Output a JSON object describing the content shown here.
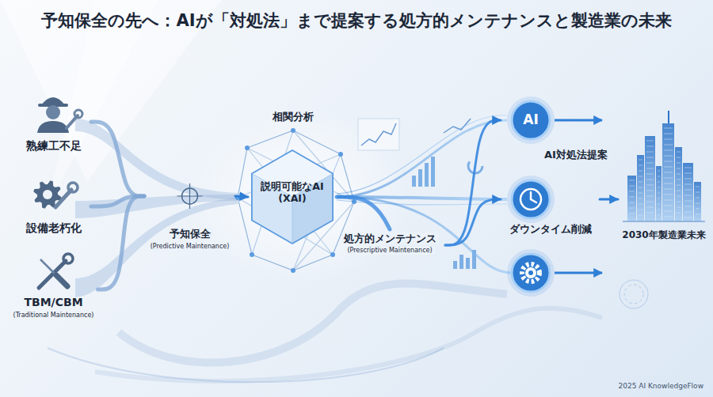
{
  "diagram": {
    "title": "予知保全の先へ：AIが「対処法」まで提案する処方的メンテナンスと製造業の未来",
    "nodes": [
      {
        "text": [
          "熟練工不足"
        ]
      },
      {
        "text": [
          "設備老朽化"
        ]
      },
      {
        "text": [
          "TBM/CBM",
          "(Traditional Maintenance)"
        ]
      },
      {
        "text": [
          "予知保全",
          "(Predictive Maintenance)"
        ]
      },
      {
        "text": [
          "説明可能なAI (XAI)"
        ]
      },
      {
        "text": [
          "処方的メンテナンス",
          "(Prescriptive Maintenance)"
        ]
      },
      {
        "text": [
          "AI",
          "AI対処法提案"
        ]
      },
      {
        "text": [
          "ダウンタイム削減"
        ]
      },
      {
        "text": [
          "2030年製造業未来"
        ]
      }
    ],
    "edges": [
      {
        "from": 0,
        "to": 3,
        "arrow": "none"
      },
      {
        "from": 1,
        "to": 3,
        "arrow": "none"
      },
      {
        "from": 2,
        "to": 3,
        "arrow": "none"
      },
      {
        "from": 3,
        "to": 4,
        "arrow": "to"
      },
      {
        "from": 4,
        "to": 5,
        "arrow": "none"
      },
      {
        "from": 5,
        "to": 6,
        "arrow": "to"
      },
      {
        "from": 5,
        "to": 7,
        "arrow": "to"
      },
      {
        "from": 7,
        "to": 8,
        "arrow": "to"
      }
    ],
    "labels": [
      "相関分析",
      "2025 AI KnowledgeFlow"
    ]
  }
}
